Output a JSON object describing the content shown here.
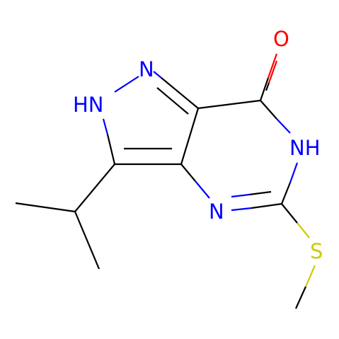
{
  "molecule": {
    "atoms": [
      {
        "id": "O",
        "label": "O",
        "color": "#ff0000"
      },
      {
        "id": "N2",
        "label": "N",
        "color": "#0000ff"
      },
      {
        "id": "NH1",
        "label": "HN",
        "color": "#0000ff"
      },
      {
        "id": "NH6",
        "label": "NH",
        "color": "#0000ff"
      },
      {
        "id": "N4",
        "label": "N",
        "color": "#0000ff"
      },
      {
        "id": "S",
        "label": "S",
        "color": "#cccc00"
      }
    ]
  },
  "colors": {
    "carbon": "#000000",
    "nitrogen": "#0000ff",
    "oxygen": "#ff0000",
    "sulfur": "#cccc00"
  }
}
